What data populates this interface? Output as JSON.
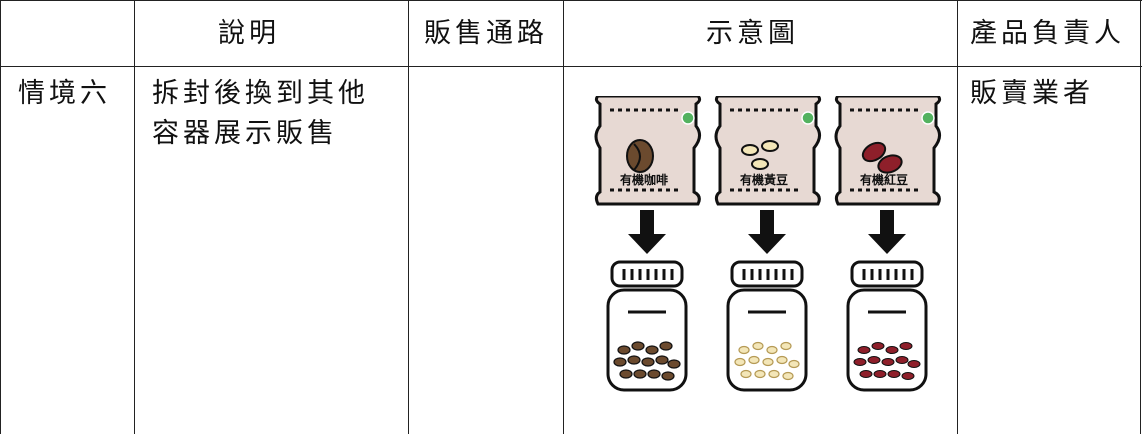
{
  "table": {
    "headers": {
      "col0": "",
      "col1": "說明",
      "col2": "販售通路",
      "col3": "示意圖",
      "col4": "產品負責人"
    },
    "row1": {
      "scenario": "情境六",
      "description_line1": "拆封後換到其他",
      "description_line2": "容器展示販售",
      "channel": "",
      "responsible": "販賣業者"
    }
  },
  "illustration": {
    "bags": [
      {
        "label": "有機咖啡",
        "bean_color": "#6b4a2e"
      },
      {
        "label": "有機黃豆",
        "bean_color": "#f3e6b8"
      },
      {
        "label": "有機紅豆",
        "bean_color": "#8e1f2a"
      }
    ],
    "bag_color": "#e7d9d3",
    "badge_color": "#53b25f"
  }
}
